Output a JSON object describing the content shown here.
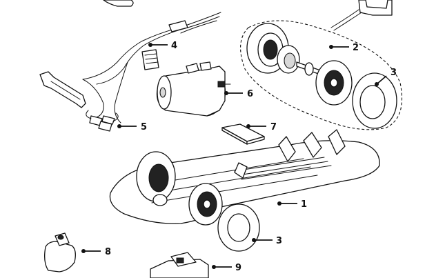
{
  "callouts": {
    "c1": "1",
    "c2": "2",
    "c3a": "3",
    "c3b": "3",
    "c4": "4",
    "c5": "5",
    "c6": "6",
    "c7": "7",
    "c8": "8",
    "c9": "9"
  }
}
